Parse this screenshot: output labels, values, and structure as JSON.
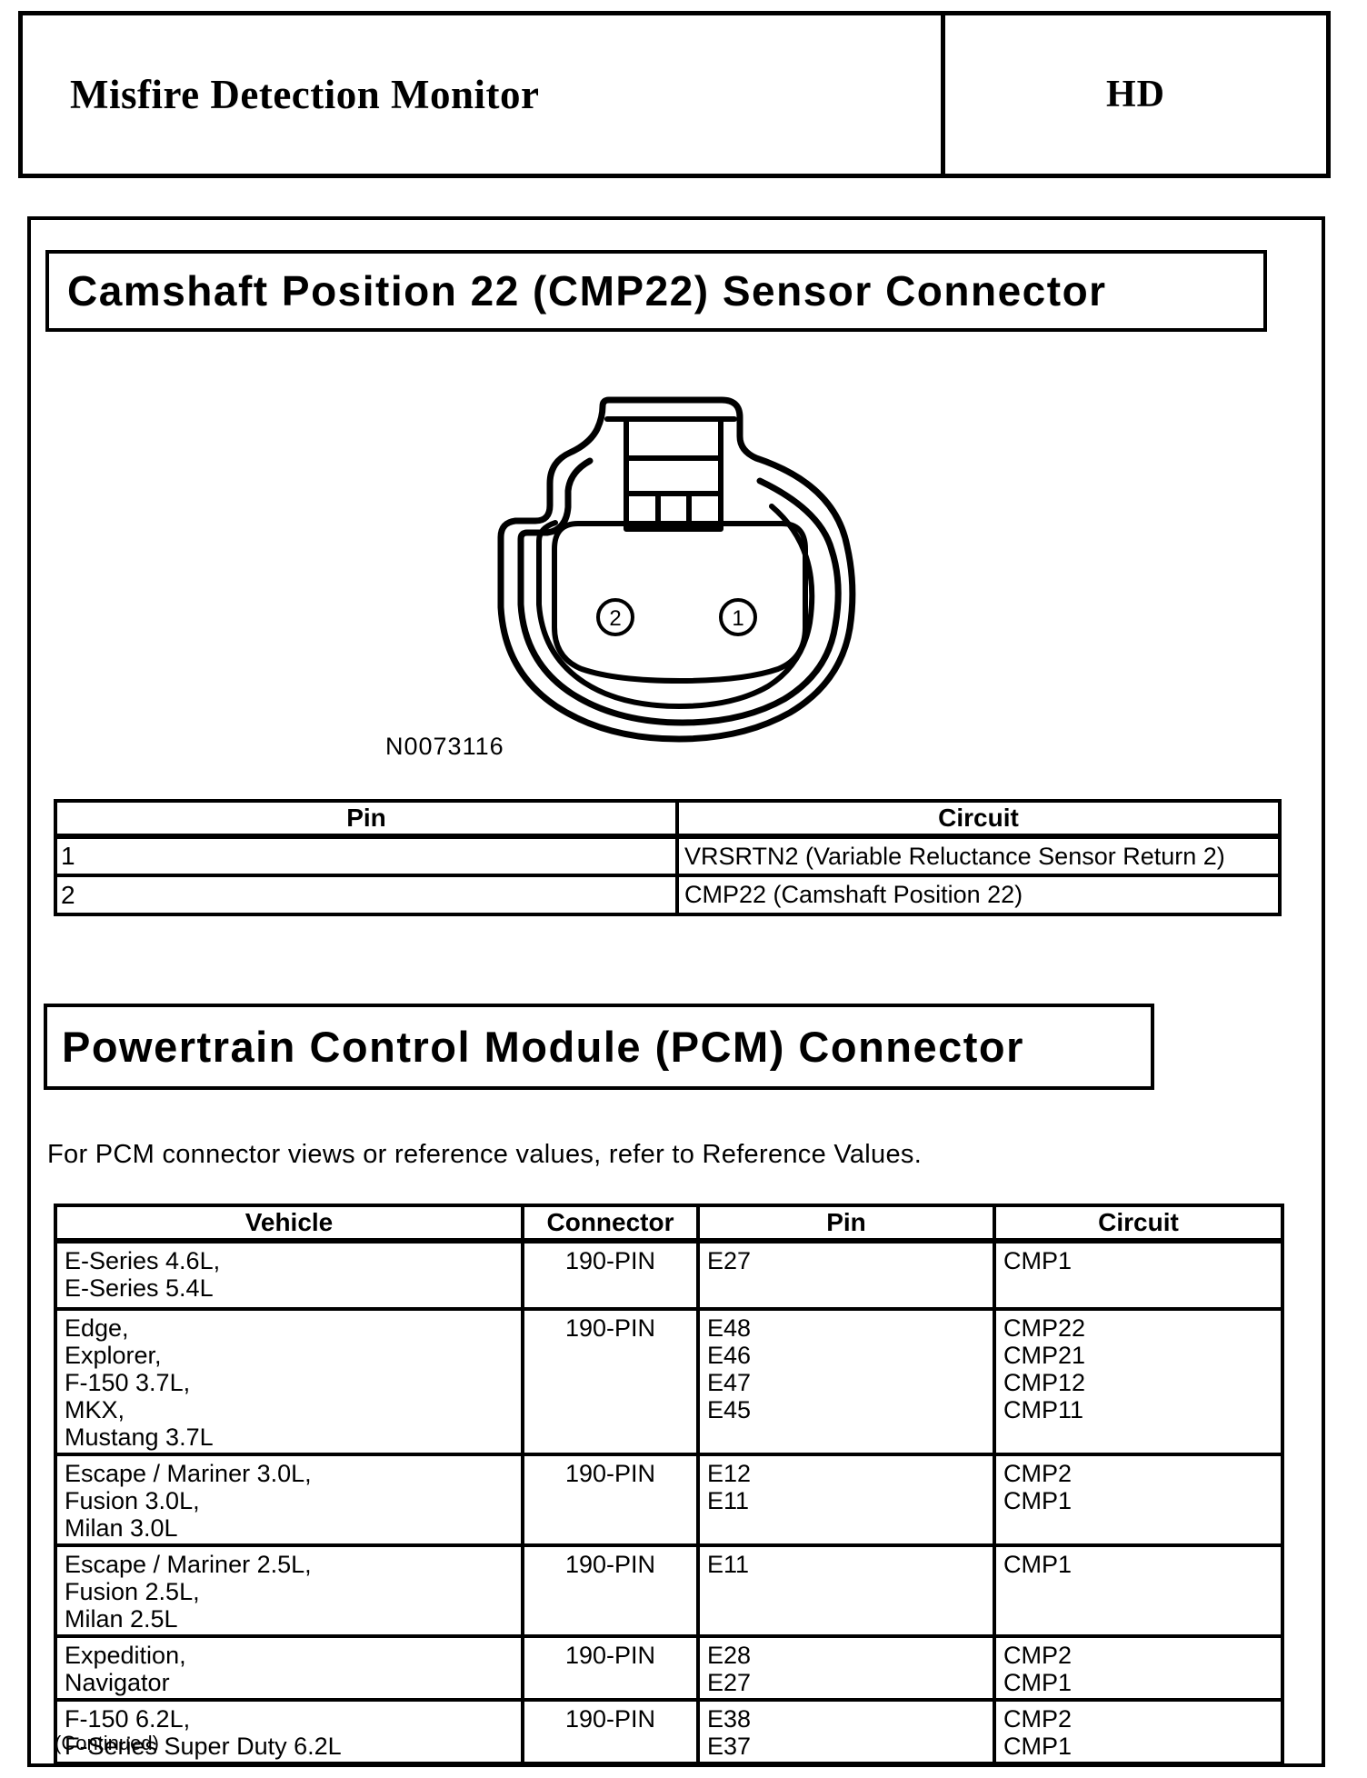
{
  "header": {
    "title": "Misfire Detection Monitor",
    "code": "HD"
  },
  "section1": {
    "heading": "Camshaft Position 22 (CMP22) Sensor Connector",
    "figure": {
      "drawing_id": "N0073116",
      "pin_markers": {
        "left": "2",
        "right": "1"
      }
    },
    "pin_table": {
      "headers": [
        "Pin",
        "Circuit"
      ],
      "rows": [
        [
          "1",
          "VRSRTN2 (Variable Reluctance Sensor Return 2)"
        ],
        [
          "2",
          "CMP22 (Camshaft Position 22)"
        ]
      ]
    }
  },
  "section2": {
    "heading": "Powertrain Control Module (PCM) Connector",
    "intro_prefix": "For PCM connector views or reference values, refer to ",
    "intro_ref": "Reference Values.",
    "pcm_table": {
      "headers": [
        "Vehicle",
        "Connector",
        "Pin",
        "Circuit"
      ],
      "rows": [
        {
          "vehicle": [
            "E-Series 4.6L,",
            "E-Series 5.4L"
          ],
          "connector": "190-PIN",
          "pins": [
            "E27"
          ],
          "circuits": [
            "CMP1"
          ]
        },
        {
          "vehicle": [
            "Edge,",
            "Explorer,",
            "F-150 3.7L,",
            "MKX,",
            "Mustang 3.7L"
          ],
          "connector": "190-PIN",
          "pins": [
            "E48",
            "E46",
            "E47",
            "E45"
          ],
          "circuits": [
            "CMP22",
            "CMP21",
            "CMP12",
            "CMP11"
          ]
        },
        {
          "vehicle": [
            "Escape / Mariner 3.0L,",
            "Fusion 3.0L,",
            "Milan 3.0L"
          ],
          "connector": "190-PIN",
          "pins": [
            "E12",
            "E11"
          ],
          "circuits": [
            "CMP2",
            "CMP1"
          ]
        },
        {
          "vehicle": [
            "Escape / Mariner 2.5L,",
            "Fusion 2.5L,",
            "Milan 2.5L"
          ],
          "connector": "190-PIN",
          "pins": [
            "E11"
          ],
          "circuits": [
            "CMP1"
          ]
        },
        {
          "vehicle": [
            "Expedition,",
            "Navigator"
          ],
          "connector": "190-PIN",
          "pins": [
            "E28",
            "E27"
          ],
          "circuits": [
            "CMP2",
            "CMP1"
          ]
        },
        {
          "vehicle": [
            "F-150 6.2L,",
            "F-Series Super Duty 6.2L"
          ],
          "connector": "190-PIN",
          "pins": [
            "E38",
            "E37"
          ],
          "circuits": [
            "CMP2",
            "CMP1"
          ]
        }
      ]
    },
    "continued": "(Continued)"
  }
}
